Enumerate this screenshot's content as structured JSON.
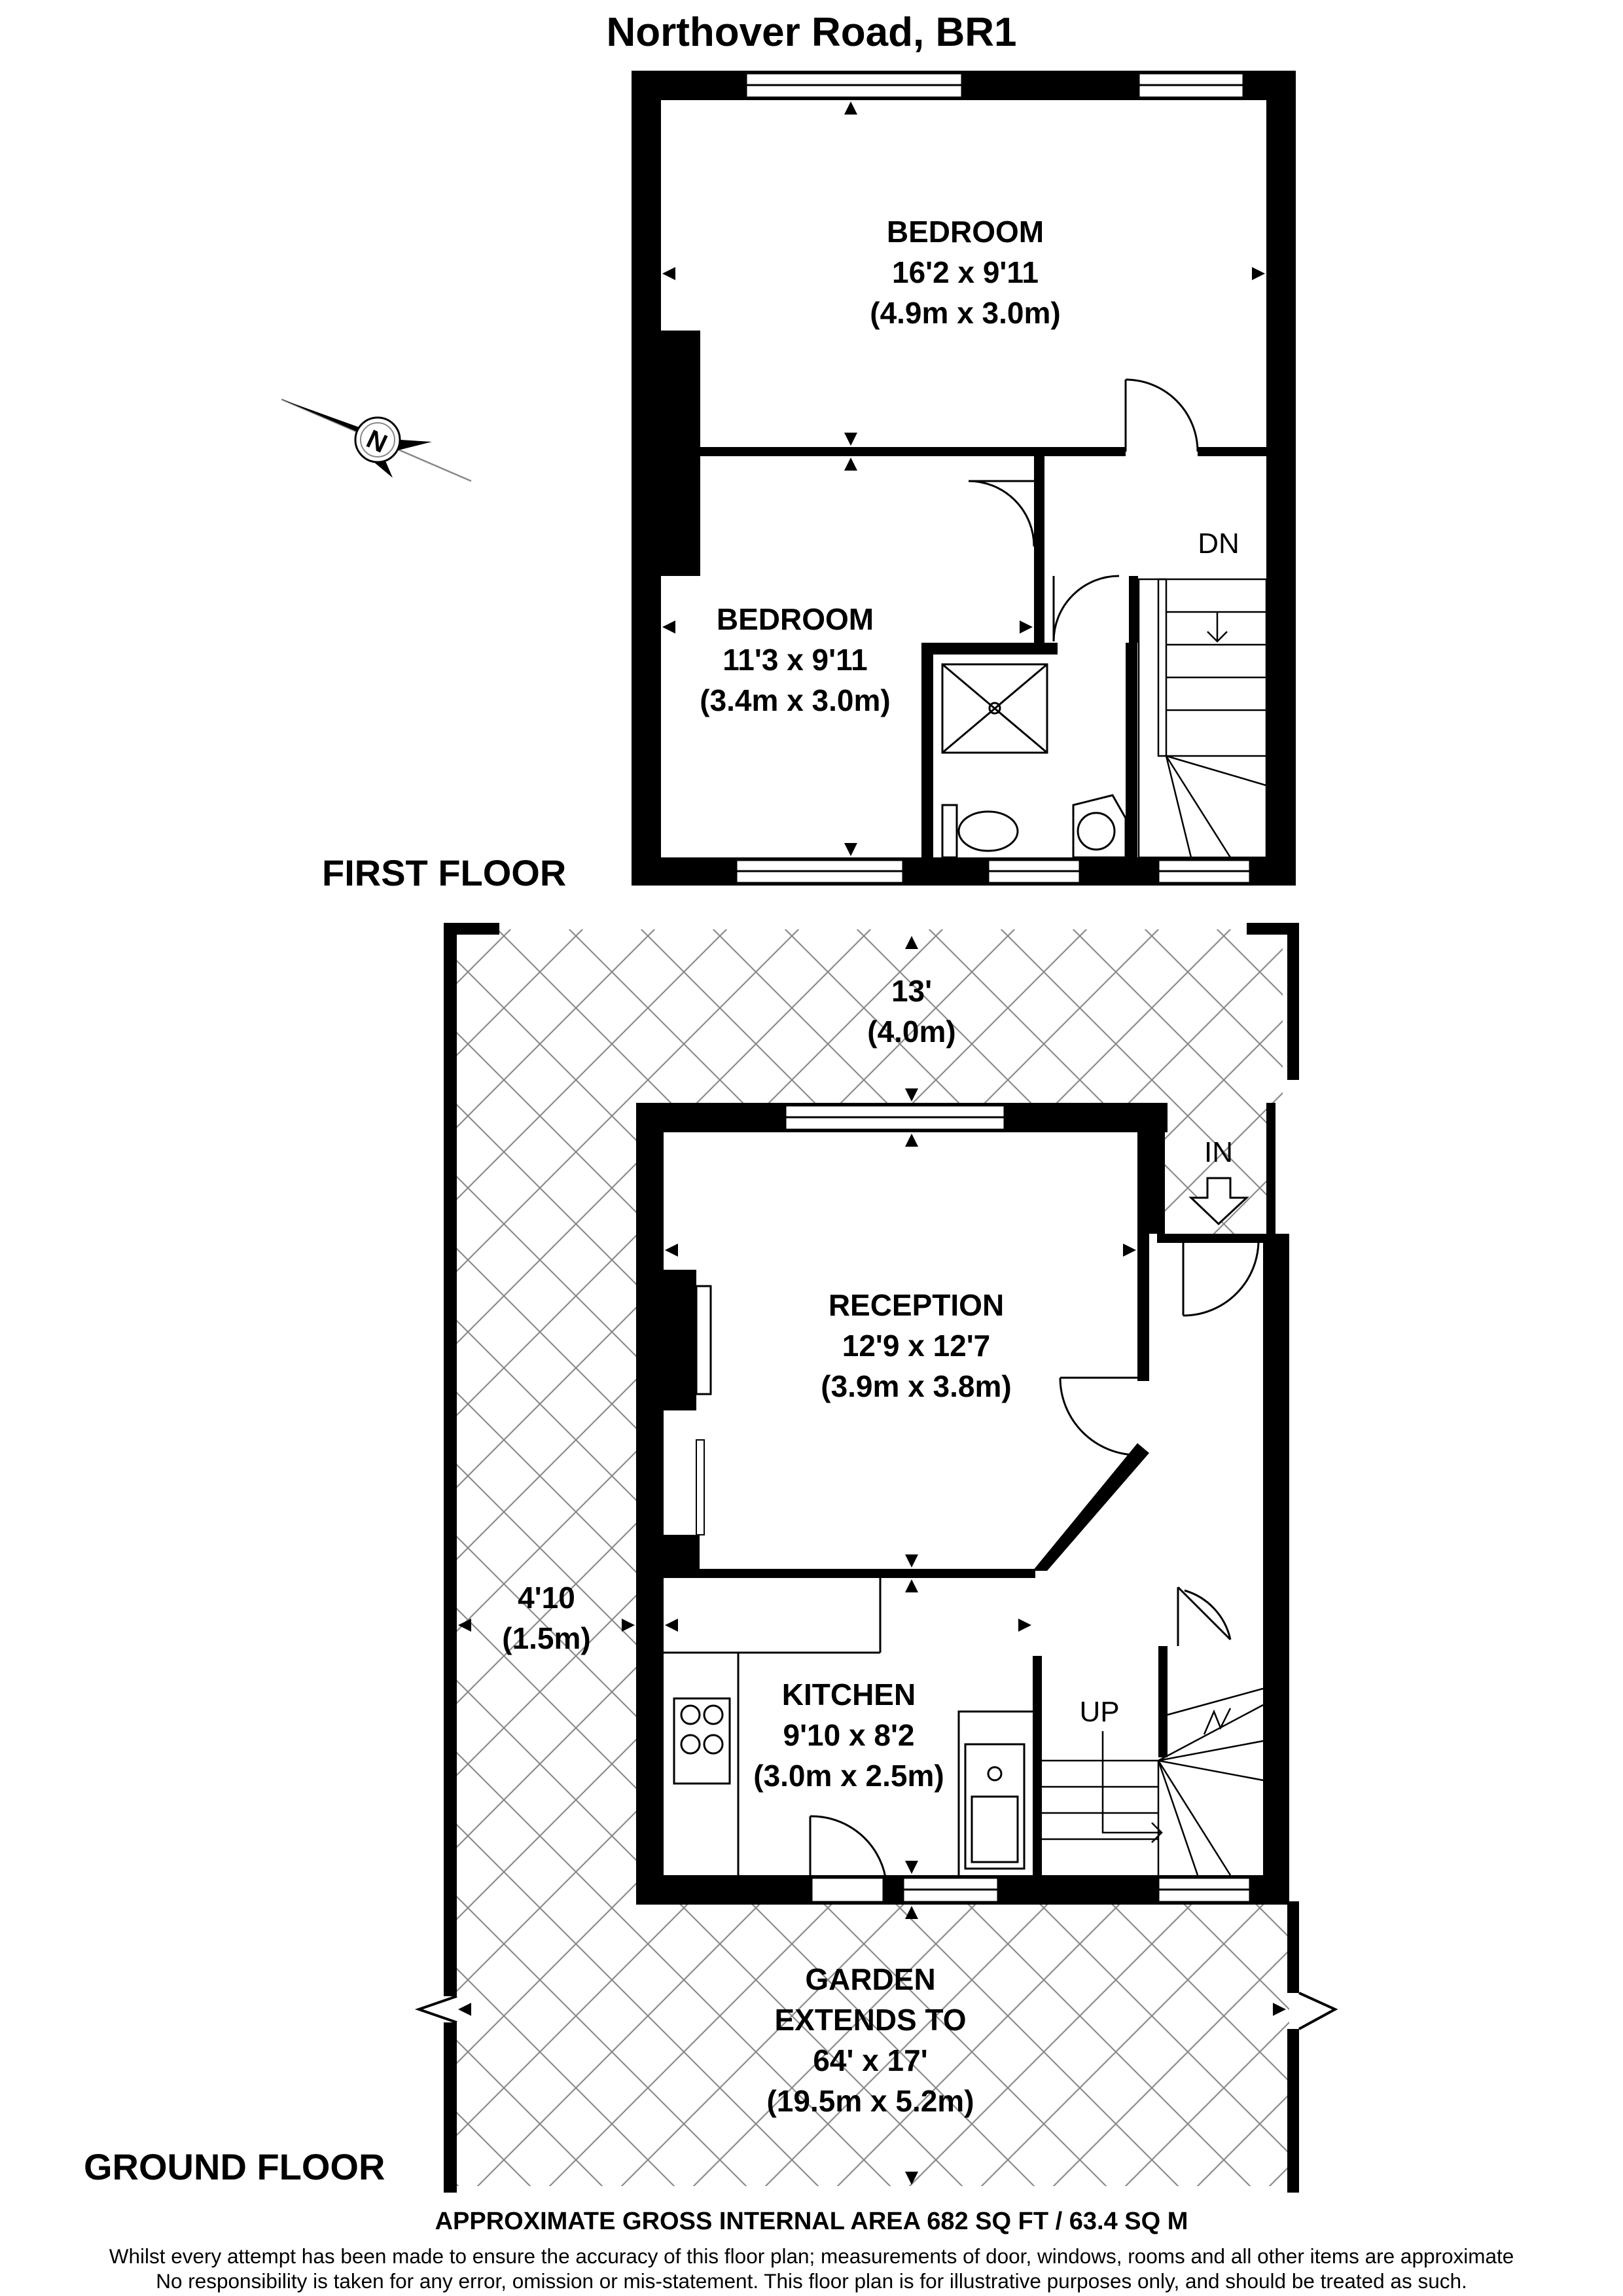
{
  "title": "Northover Road, BR1",
  "floors": {
    "first": "FIRST FLOOR",
    "ground": "GROUND FLOOR"
  },
  "rooms": {
    "bedroom1": {
      "name": "BEDROOM",
      "imperial": "16'2 x 9'11",
      "metric": "(4.9m x 3.0m)"
    },
    "bedroom2": {
      "name": "BEDROOM",
      "imperial": "11'3 x 9'11",
      "metric": "(3.4m x 3.0m)"
    },
    "reception": {
      "name": "RECEPTION",
      "imperial": "12'9 x 12'7",
      "metric": "(3.9m x 3.8m)"
    },
    "kitchen": {
      "name": "KITCHEN",
      "imperial": "9'10 x 8'2",
      "metric": "(3.0m x 2.5m)"
    },
    "garden": {
      "line1": "GARDEN",
      "line2": "EXTENDS TO",
      "imperial": "64' x 17'",
      "metric": "(19.5m x 5.2m)"
    }
  },
  "dimensions": {
    "front_width": {
      "imperial": "13'",
      "metric": "(4.0m)"
    },
    "side_return": {
      "imperial": "4'10",
      "metric": "(1.5m)"
    }
  },
  "markers": {
    "down": "DN",
    "up": "UP",
    "entrance": "IN",
    "compass": "N"
  },
  "area": "APPROXIMATE GROSS INTERNAL AREA 682 SQ FT / 63.4 SQ M",
  "disclaimer": {
    "line1": "Whilst every attempt has been made to ensure the accuracy of this floor plan; measurements of door, windows, rooms and all other items are approximate",
    "line2": "No responsibility is taken for any error, omission or mis-statement. This floor plan is for illustrative purposes only, and should be treated as such."
  },
  "colors": {
    "wall": "#000000",
    "background": "#ffffff",
    "hatch": "#8a8a8a"
  }
}
